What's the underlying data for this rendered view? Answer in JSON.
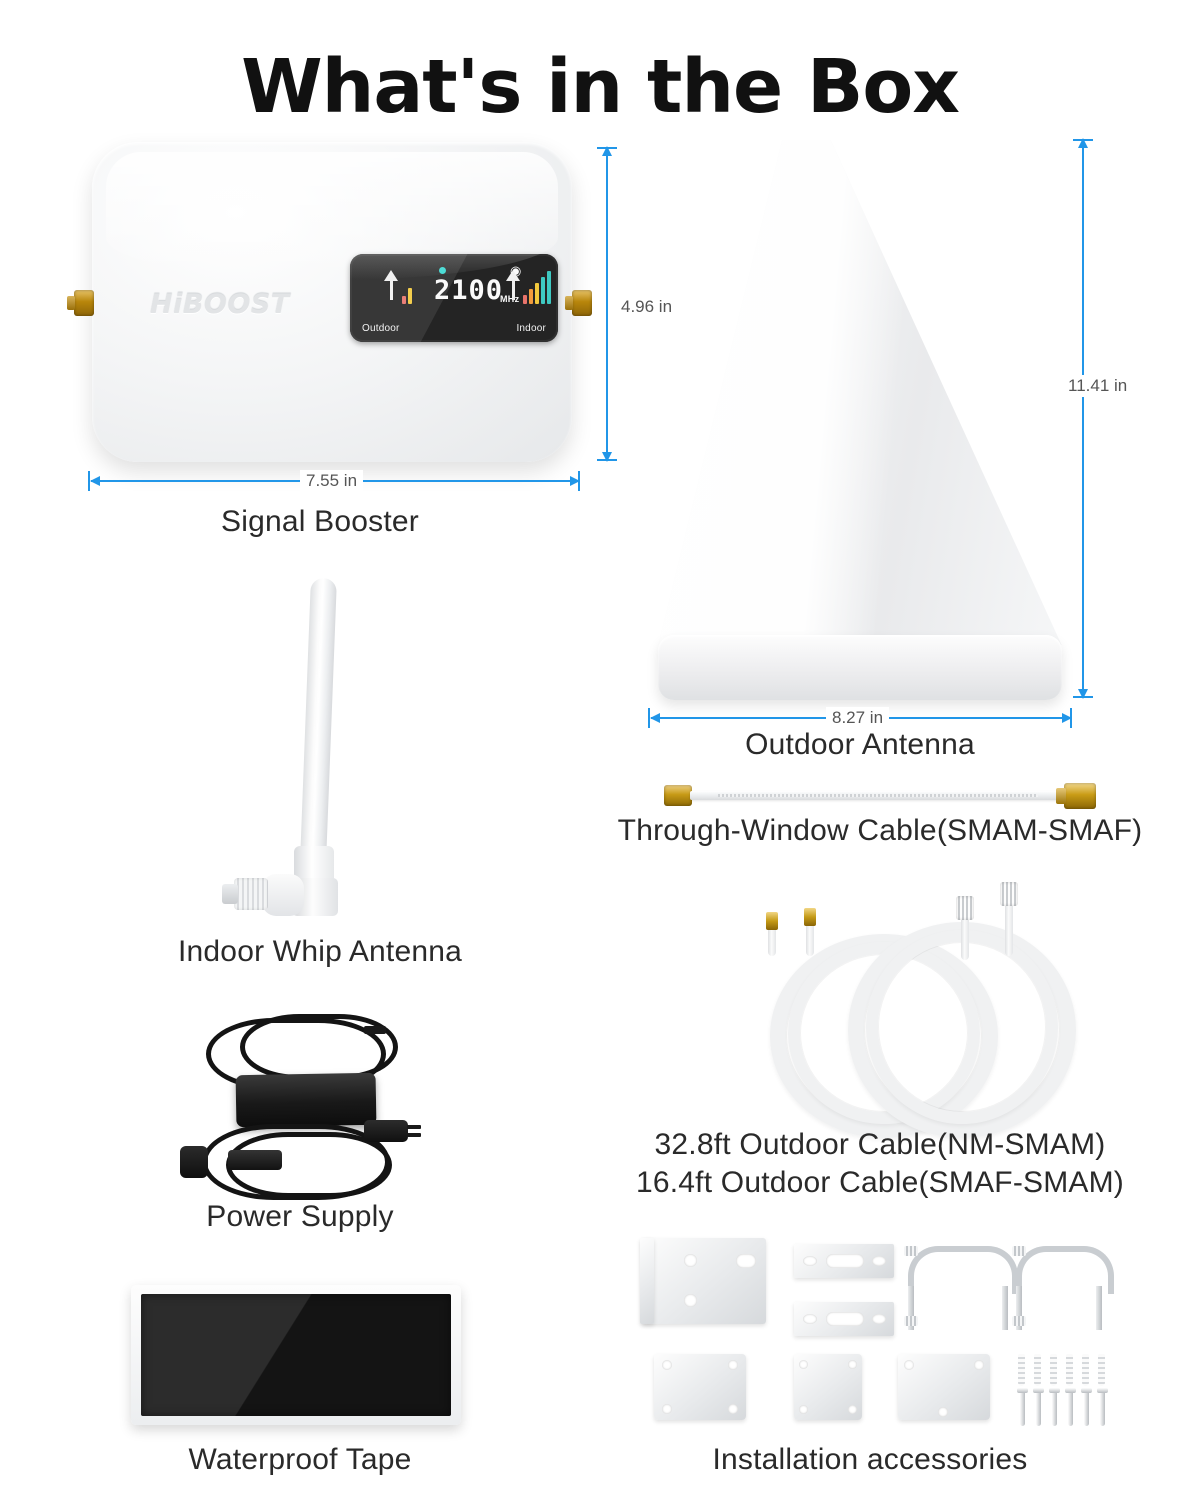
{
  "header": {
    "title": "What's in the Box"
  },
  "booster": {
    "caption": "Signal Booster",
    "brand_logo": "HiBOOST",
    "dim_width": "7.55 in",
    "dim_height": "4.96 in",
    "display": {
      "outdoor_label": "Outdoor",
      "indoor_label": "Indoor",
      "frequency": "2100",
      "unit": "MHz",
      "outdoor_bars": [
        {
          "height": 8,
          "color": "#e8736b"
        },
        {
          "height": 16,
          "color": "#f2c83c"
        }
      ],
      "indoor_bars": [
        {
          "height": 9,
          "color": "#e8736b"
        },
        {
          "height": 15,
          "color": "#f29b3c"
        },
        {
          "height": 21,
          "color": "#f2c83c"
        },
        {
          "height": 27,
          "color": "#3ec9c2"
        },
        {
          "height": 33,
          "color": "#3ec9c2"
        }
      ],
      "status_dot_color": "#2fd6cf",
      "wifi_icon": "wifi-icon"
    }
  },
  "outdoor_antenna": {
    "caption": "Outdoor Antenna",
    "dim_width": "8.27 in",
    "dim_height": "11.41 in"
  },
  "through_window_cable": {
    "caption": "Through-Window Cable(SMAM-SMAF)"
  },
  "indoor_whip_antenna": {
    "caption": "Indoor Whip Antenna"
  },
  "power_supply": {
    "caption": "Power Supply"
  },
  "outdoor_cables": {
    "caption_line1": "32.8ft Outdoor Cable(NM-SMAM)",
    "caption_line2": "16.4ft Outdoor Cable(SMAF-SMAM)"
  },
  "waterproof_tape": {
    "caption": "Waterproof Tape"
  },
  "installation_accessories": {
    "caption": "Installation accessories"
  },
  "colors": {
    "dimension_line": "#2196e8",
    "dimension_text": "#555555",
    "caption_text": "#2a2a2a",
    "title_text": "#111111",
    "background": "#ffffff"
  }
}
